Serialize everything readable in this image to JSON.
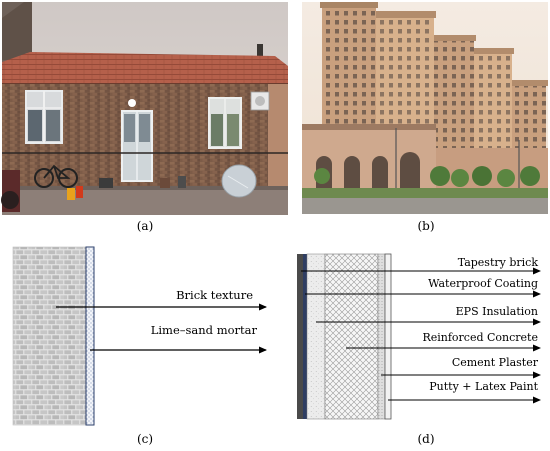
{
  "panels": {
    "a": {
      "caption": "(a)"
    },
    "b": {
      "caption": "(b)"
    },
    "c": {
      "caption": "(c)",
      "labels": [
        "Brick texture",
        "Lime–sand mortar"
      ]
    },
    "d": {
      "caption": "(d)",
      "labels": [
        "Tapestry brick",
        "Waterproof Coating",
        "EPS Insulation",
        "Reinforced Concrete",
        "Cement Plaster",
        "Putty + Latex Paint"
      ]
    }
  },
  "colors": {
    "roof": "#b05a44",
    "brick_wall": "#8b6b55",
    "sky_a": "#cfc8c5",
    "sky_b": "#f2e7dc",
    "tower": "#d9b48e",
    "brick_pattern": "#c8c8c8",
    "mortar": "#e6ecf5",
    "eps": "#f0f0f0",
    "concrete": "#d8d8d8"
  }
}
